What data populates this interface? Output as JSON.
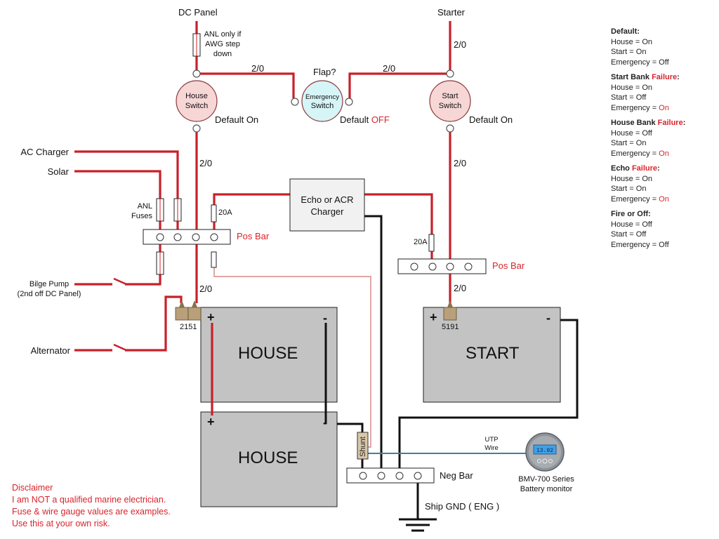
{
  "title": "Dual bank boat battery wiring diagram",
  "colors": {
    "positive_wire": "#c8202a",
    "negative_wire": "#111111",
    "sense_wire": "#d98a86",
    "utp_wire": "#3f7fa0",
    "switch_red_fill": "#f7d6d6",
    "switch_blue_fill": "#d6f5f7",
    "battery_fill": "#c3c3c3",
    "warning_red": "#d8242c"
  },
  "labels": {
    "dc_panel": "DC Panel",
    "starter": "Starter",
    "anl_note": [
      "ANL only if",
      "AWG step",
      "down"
    ],
    "flap": "Flap?",
    "gauge_top_house": "2/0",
    "gauge_top_start": "2/0",
    "gauge_starter": "2/0",
    "gauge_house_switch_down": "2/0",
    "gauge_start_switch_down": "2/0",
    "gauge_house_battery": "2/0",
    "gauge_start_battery": "2/0",
    "ac_charger": "AC Charger",
    "solar": "Solar",
    "anl_fuses": [
      "ANL",
      "Fuses"
    ],
    "fuse_20a_left": "20A",
    "fuse_20a_right": "20A",
    "pos_bar_left": "Pos Bar",
    "pos_bar_right": "Pos Bar",
    "bilge_pump": [
      "Bilge Pump",
      "(2nd off DC Panel)"
    ],
    "alternator": "Alternator",
    "house_terminal": "2151",
    "start_terminal": "5191",
    "plus": "+",
    "minus": "-",
    "shunt": "Shunt",
    "utp_wire": [
      "UTP",
      "Wire"
    ],
    "neg_bar": "Neg Bar",
    "ship_gnd": "Ship GND ( ENG )",
    "bmv": [
      "BMV-700 Series",
      "Battery monitor"
    ],
    "bmv_display": "13.92"
  },
  "switches": {
    "house": {
      "name": [
        "House",
        "Switch"
      ],
      "default_prefix": "Default ",
      "default_value": "On"
    },
    "emergency": {
      "name": [
        "Emergency",
        "Switch"
      ],
      "default_prefix": "Default ",
      "default_value": "OFF"
    },
    "start": {
      "name": [
        "Start",
        "Switch"
      ],
      "default_prefix": "Default ",
      "default_value": "On"
    }
  },
  "charger": {
    "name": [
      "Echo or ACR",
      "Charger"
    ]
  },
  "batteries": {
    "house_1": "HOUSE",
    "house_2": "HOUSE",
    "start": "START"
  },
  "legend": [
    {
      "title": "Default:",
      "title_red": "",
      "lines": [
        {
          "k": "House = ",
          "v": "On",
          "red": false
        },
        {
          "k": "Start = ",
          "v": "On",
          "red": false
        },
        {
          "k": "Emergency = ",
          "v": "Off",
          "red": false
        }
      ]
    },
    {
      "title": "Start Bank ",
      "title_red": "Failure",
      "lines": [
        {
          "k": "House = ",
          "v": "On",
          "red": false
        },
        {
          "k": "Start = ",
          "v": "Off",
          "red": false
        },
        {
          "k": "Emergency = ",
          "v": "On",
          "red": true
        }
      ]
    },
    {
      "title": "House Bank ",
      "title_red": "Failure",
      "lines": [
        {
          "k": "House = ",
          "v": "Off",
          "red": false
        },
        {
          "k": "Start = ",
          "v": "On",
          "red": false
        },
        {
          "k": "Emergency = ",
          "v": "On",
          "red": true
        }
      ]
    },
    {
      "title": "Echo ",
      "title_red": "Failure",
      "lines": [
        {
          "k": "House = ",
          "v": "On",
          "red": false
        },
        {
          "k": "Start = ",
          "v": "On",
          "red": false
        },
        {
          "k": "Emergency = ",
          "v": "On",
          "red": true
        }
      ]
    },
    {
      "title": "Fire or Off:",
      "title_red": "",
      "lines": [
        {
          "k": "House = ",
          "v": "Off",
          "red": false
        },
        {
          "k": "Start = ",
          "v": "Off",
          "red": false
        },
        {
          "k": "Emergency = ",
          "v": "Off",
          "red": false
        }
      ]
    }
  ],
  "disclaimer": [
    "Disclaimer",
    "I am NOT a qualified marine electrician.",
    "Fuse & wire gauge values are examples.",
    "Use this at your own risk."
  ]
}
